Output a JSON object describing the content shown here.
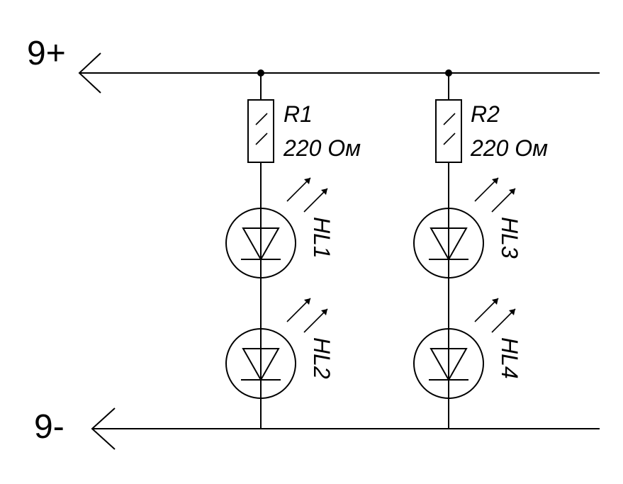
{
  "diagram": {
    "rails": {
      "positive_label": "9+",
      "negative_label": "9-"
    },
    "resistors": [
      {
        "name": "R1",
        "value": "220 Ом"
      },
      {
        "name": "R2",
        "value": "220 Ом"
      }
    ],
    "leds": [
      {
        "name": "HL1"
      },
      {
        "name": "HL2"
      },
      {
        "name": "HL3"
      },
      {
        "name": "HL4"
      }
    ],
    "colors": {
      "line": "#000000",
      "background": "#ffffff"
    }
  }
}
